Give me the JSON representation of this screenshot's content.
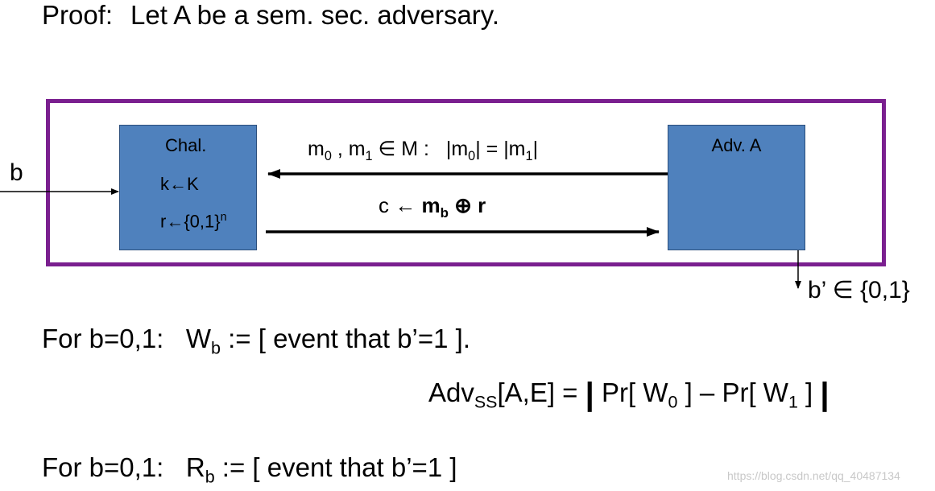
{
  "title": {
    "proof_label": "Proof:",
    "text": "Let A be a sem. sec. adversary."
  },
  "challenger": {
    "name": "Chal.",
    "key_label": "k←K",
    "r_base": "r←{0,1}",
    "r_exp": "n"
  },
  "adversary": {
    "name": "Adv. A"
  },
  "input": {
    "label": "b"
  },
  "message_to_chal": {
    "m": "m",
    "sub0": "0",
    "sep": " , m",
    "sub1": "1",
    "in_M": " ∈ M :",
    "len_open": "|m",
    "len_mid": "| = |m",
    "len_close": "|"
  },
  "message_to_adv": {
    "prefix": "c ← ",
    "m": "m",
    "b_sub": "b",
    "xor": " ⊕ ",
    "r": "r"
  },
  "output": {
    "label": "b’ ∈ {0,1}"
  },
  "line1": {
    "prefix": "For b=0,1:",
    "w": "W",
    "w_sub": "b",
    "def": " :=  [ event that b’=1 ]."
  },
  "advantage": {
    "adv": "Adv",
    "adv_sub": "SS",
    "args": "[A,E] = ",
    "bar": "|",
    "pr0": " Pr[ W",
    "sub0": "0",
    "mid": " ] –  Pr[ W",
    "sub1": "1",
    "end": " ] "
  },
  "line3": {
    "prefix": "For b=0,1:",
    "r": "R",
    "r_sub": "b",
    "def": " :=  [ event that b’=1 ]"
  },
  "watermark": "https://blog.csdn.net/qq_40487134",
  "colors": {
    "box_fill": "#4f81bd",
    "frame": "#7a1f8f"
  }
}
